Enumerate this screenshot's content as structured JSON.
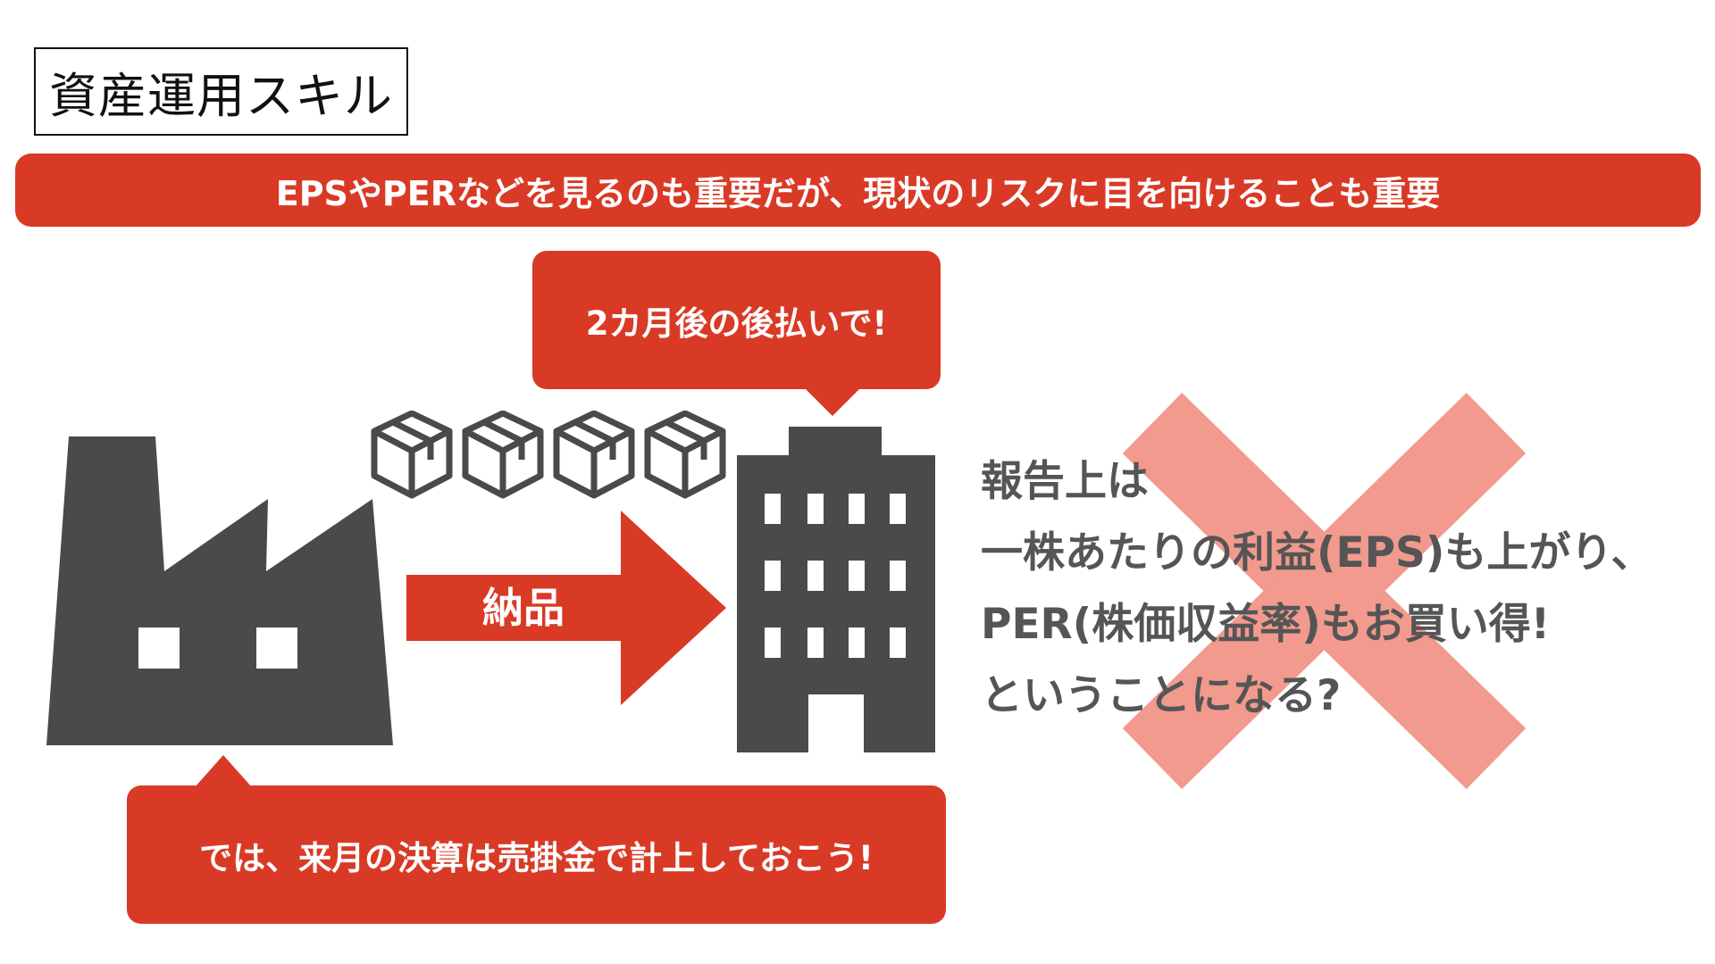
{
  "slide": {
    "title": "資産運用スキル",
    "banner_text": "EPSやPERなどを見るのも重要だが、現状のリスクに目を向けることも重要",
    "speech_top": "2カ月後の後払いで!",
    "speech_bottom": "では、来月の決算は売掛金で計上しておこう!",
    "arrow_label": "納品",
    "claim_lines": [
      "報告上は",
      "一株あたりの利益(EPS)も上がり、",
      "PER(株価収益率)もお買い得!",
      "ということになる?"
    ]
  },
  "icons": {
    "factory": "factory-icon",
    "building": "office-building-icon",
    "boxes": [
      "box-icon",
      "box-icon",
      "box-icon",
      "box-icon"
    ],
    "cross": "cross-mark-icon"
  },
  "colors": {
    "accent_red": "#D93A26",
    "icon_gray": "#4A4A4A",
    "cross_pink": "#F19A8D",
    "text_gray": "#555555"
  }
}
